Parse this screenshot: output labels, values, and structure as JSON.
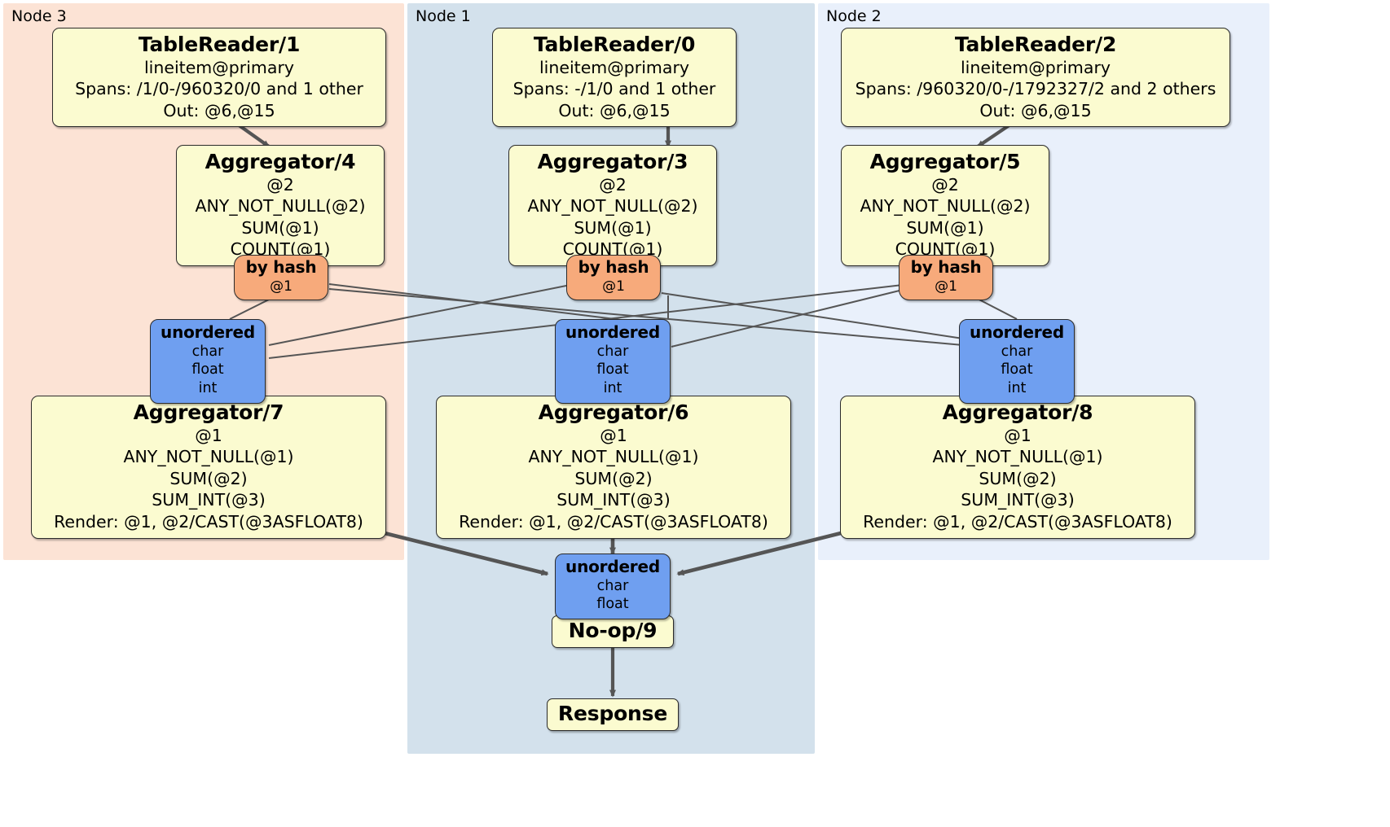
{
  "diagram": {
    "type": "distributed-query-plan",
    "panels": [
      {
        "id": "node3",
        "label": "Node 3",
        "color": "#fce3d5"
      },
      {
        "id": "node1",
        "label": "Node 1",
        "color": "#d3e1ec"
      },
      {
        "id": "node2",
        "label": "Node 2",
        "color": "#e9f0fb"
      }
    ],
    "colors": {
      "processor_fill": "#fbfbd0",
      "router_fill": "#f7aa7b",
      "sync_fill": "#6f9ff0",
      "stroke": "#2b2b2b",
      "edge": "#555555"
    },
    "nodes": {
      "table_reader_1": {
        "title": "TableReader/1",
        "lines": [
          "lineitem@primary",
          "Spans: /1/0-/960320/0 and 1 other",
          "Out: @6,@15"
        ]
      },
      "table_reader_0": {
        "title": "TableReader/0",
        "lines": [
          "lineitem@primary",
          "Spans: -/1/0 and 1 other",
          "Out: @6,@15"
        ]
      },
      "table_reader_2": {
        "title": "TableReader/2",
        "lines": [
          "lineitem@primary",
          "Spans: /960320/0-/1792327/2 and 2 others",
          "Out: @6,@15"
        ]
      },
      "aggregator_4": {
        "title": "Aggregator/4",
        "lines": [
          "@2",
          "ANY_NOT_NULL(@2)",
          "SUM(@1)",
          "COUNT(@1)"
        ]
      },
      "aggregator_3": {
        "title": "Aggregator/3",
        "lines": [
          "@2",
          "ANY_NOT_NULL(@2)",
          "SUM(@1)",
          "COUNT(@1)"
        ]
      },
      "aggregator_5": {
        "title": "Aggregator/5",
        "lines": [
          "@2",
          "ANY_NOT_NULL(@2)",
          "SUM(@1)",
          "COUNT(@1)"
        ]
      },
      "router_left": {
        "title": "by hash",
        "lines": [
          "@1"
        ]
      },
      "router_middle": {
        "title": "by hash",
        "lines": [
          "@1"
        ]
      },
      "router_right": {
        "title": "by hash",
        "lines": [
          "@1"
        ]
      },
      "sync_left": {
        "title": "unordered",
        "lines": [
          "char",
          "float",
          "int"
        ]
      },
      "sync_middle": {
        "title": "unordered",
        "lines": [
          "char",
          "float",
          "int"
        ]
      },
      "sync_right": {
        "title": "unordered",
        "lines": [
          "char",
          "float",
          "int"
        ]
      },
      "aggregator_7": {
        "title": "Aggregator/7",
        "lines": [
          "@1",
          "ANY_NOT_NULL(@1)",
          "SUM(@2)",
          "SUM_INT(@3)",
          "Render: @1, @2/CAST(@3ASFLOAT8)"
        ]
      },
      "aggregator_6": {
        "title": "Aggregator/6",
        "lines": [
          "@1",
          "ANY_NOT_NULL(@1)",
          "SUM(@2)",
          "SUM_INT(@3)",
          "Render: @1, @2/CAST(@3ASFLOAT8)"
        ]
      },
      "aggregator_8": {
        "title": "Aggregator/8",
        "lines": [
          "@1",
          "ANY_NOT_NULL(@1)",
          "SUM(@2)",
          "SUM_INT(@3)",
          "Render: @1, @2/CAST(@3ASFLOAT8)"
        ]
      },
      "sync_final": {
        "title": "unordered",
        "lines": [
          "char",
          "float"
        ]
      },
      "noop_9": {
        "title": "No-op/9",
        "lines": []
      },
      "response": {
        "title": "Response",
        "lines": []
      }
    },
    "edges": [
      {
        "from": "table_reader_1",
        "to": "aggregator_4",
        "style": "thick"
      },
      {
        "from": "table_reader_0",
        "to": "aggregator_3",
        "style": "thick"
      },
      {
        "from": "table_reader_2",
        "to": "aggregator_5",
        "style": "thick"
      },
      {
        "from": "router_left",
        "to": "sync_left",
        "style": "thin"
      },
      {
        "from": "router_left",
        "to": "sync_middle",
        "style": "thin"
      },
      {
        "from": "router_left",
        "to": "sync_right",
        "style": "thin"
      },
      {
        "from": "router_middle",
        "to": "sync_left",
        "style": "thin"
      },
      {
        "from": "router_middle",
        "to": "sync_middle",
        "style": "thin"
      },
      {
        "from": "router_middle",
        "to": "sync_right",
        "style": "thin"
      },
      {
        "from": "router_right",
        "to": "sync_left",
        "style": "thin"
      },
      {
        "from": "router_right",
        "to": "sync_middle",
        "style": "thin"
      },
      {
        "from": "router_right",
        "to": "sync_right",
        "style": "thin"
      },
      {
        "from": "aggregator_7",
        "to": "sync_final",
        "style": "thick"
      },
      {
        "from": "aggregator_6",
        "to": "sync_final",
        "style": "thick"
      },
      {
        "from": "aggregator_8",
        "to": "sync_final",
        "style": "thick"
      },
      {
        "from": "noop_9",
        "to": "response",
        "style": "thick"
      }
    ]
  }
}
